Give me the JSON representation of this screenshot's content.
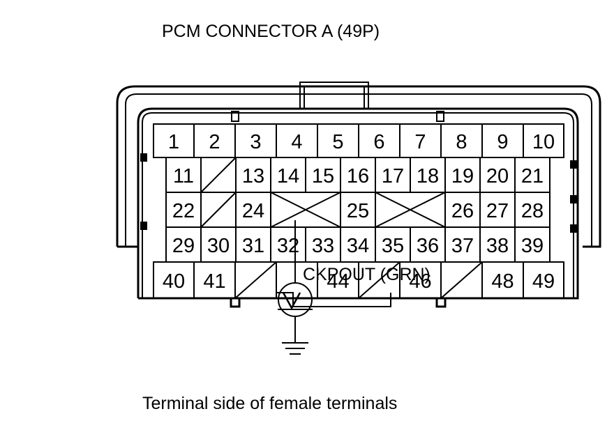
{
  "title": "PCM CONNECTOR A (49P)",
  "caption": "Terminal side of female terminals",
  "probe_label": "CKPOUT (GRN)",
  "rows": [
    [
      "1",
      "2",
      "3",
      "4",
      "5",
      "6",
      "7",
      "8",
      "9",
      "10"
    ],
    [
      "11",
      "",
      "13",
      "14",
      "15",
      "16",
      "17",
      "18",
      "19",
      "20",
      "21"
    ],
    [
      "22",
      "",
      "24",
      "",
      "25",
      "",
      "26",
      "27",
      "28"
    ],
    [
      "29",
      "30",
      "31",
      "32",
      "33",
      "34",
      "35",
      "36",
      "37",
      "38",
      "39"
    ],
    [
      "40",
      "41",
      "",
      "",
      "44",
      "",
      "46",
      "",
      "48",
      "49"
    ]
  ]
}
